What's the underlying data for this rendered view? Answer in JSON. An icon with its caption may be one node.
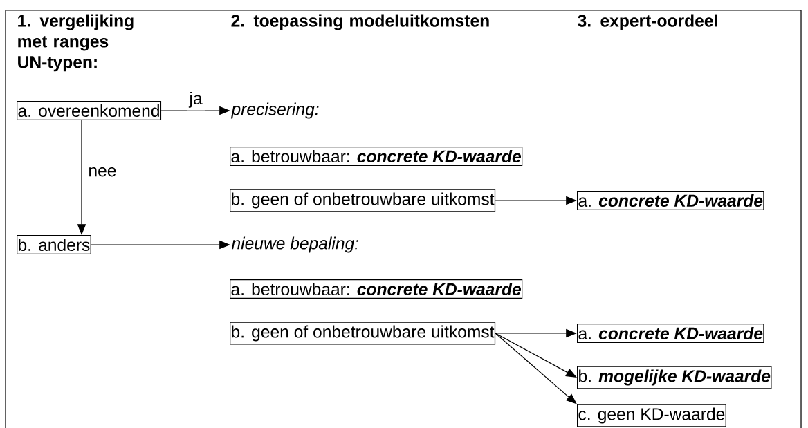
{
  "diagram": {
    "nodes": [
      {
        "text": [
          "a. overeenkomend"
        ]
      },
      {
        "text": [
          "precisering:"
        ]
      },
      {
        "text": [
          "a. betrouwbaar: **concrete KD-waarde**"
        ]
      },
      {
        "text": [
          "b. geen of onbetrouwbare uitkomst"
        ]
      },
      {
        "text": [
          "a. **concrete KD-waarde**"
        ]
      },
      {
        "text": [
          "b. anders"
        ]
      },
      {
        "text": [
          "nieuwe bepaling:"
        ]
      },
      {
        "text": [
          "a. betrouwbaar: **concrete KD-waarde**"
        ]
      },
      {
        "text": [
          "b. geen of onbetrouwbare uitkomst"
        ]
      },
      {
        "text": [
          "a. **concrete KD-waarde**"
        ]
      },
      {
        "text": [
          "b. **mogelijke KD-waarde**"
        ]
      },
      {
        "text": [
          "c. geen KD-waarde"
        ]
      }
    ],
    "edges": [
      {
        "from": 0,
        "to": 1,
        "arrow": "to",
        "label": "ja"
      },
      {
        "from": 0,
        "to": 5,
        "arrow": "to",
        "label": "nee"
      },
      {
        "from": 3,
        "to": 4,
        "arrow": "to"
      },
      {
        "from": 5,
        "to": 6,
        "arrow": "to"
      },
      {
        "from": 8,
        "to": 9,
        "arrow": "to"
      },
      {
        "from": 8,
        "to": 10,
        "arrow": "to"
      },
      {
        "from": 8,
        "to": 11,
        "arrow": "to"
      }
    ],
    "labels": [
      "1. vergelijking met ranges UN-typen:",
      "2. toepassing modeluitkomsten",
      "3. expert-oordeel"
    ]
  }
}
